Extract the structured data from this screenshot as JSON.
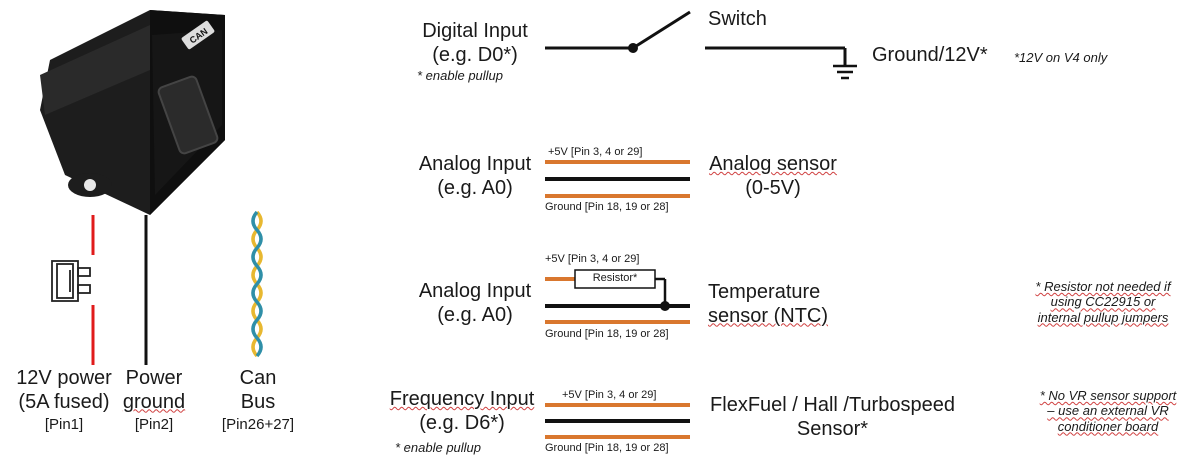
{
  "left": {
    "wires": [
      {
        "label_line1": "12V power",
        "label_line2": "(5A fused)",
        "pin": "[Pin1]",
        "color": "#e01b1b"
      },
      {
        "label_line1": "Power",
        "label_line2": "ground",
        "pin": "[Pin2]",
        "color": "#111111"
      },
      {
        "label_line1": "Can",
        "label_line2": "Bus",
        "pin": "[Pin26+27]",
        "color": "#e8b830"
      }
    ]
  },
  "rows": [
    {
      "name_line1": "Digital Input",
      "name_line2": "(e.g. D0*)",
      "footnote": "* enable pullup",
      "switch_label": "Switch",
      "right_label": "Ground/12V*",
      "right_note": "*12V on V4 only"
    },
    {
      "name_line1": "Analog Input",
      "name_line2": "(e.g. A0)",
      "top_wire": "+5V [Pin 3, 4 or 29]",
      "bottom_wire": "Ground [Pin 18, 19 or 28]",
      "sensor_line1": "Analog sensor",
      "sensor_line2": "(0-5V)"
    },
    {
      "name_line1": "Analog Input",
      "name_line2": "(e.g. A0)",
      "top_wire": "+5V [Pin 3, 4 or 29]",
      "resistor": "Resistor*",
      "bottom_wire": "Ground [Pin 18, 19 or 28]",
      "sensor_line1": "Temperature",
      "sensor_line2": "sensor (NTC)",
      "note_lines": [
        "* Resistor not needed if",
        "using CC22915 or",
        "internal pullup jumpers"
      ]
    },
    {
      "name_line1": "Frequency Input",
      "name_line2": "(e.g. D6*)",
      "footnote": "* enable pullup",
      "top_wire": "+5V [Pin 3, 4 or 29]",
      "bottom_wire": "Ground [Pin 18, 19 or 28]",
      "sensor_line1": "FlexFuel / Hall /Turbospeed",
      "sensor_line2": "Sensor*",
      "note_lines": [
        "* No VR sensor support",
        "– use an external VR",
        "conditioner board"
      ]
    }
  ],
  "device": {
    "logo": "CAN"
  },
  "colors": {
    "orange": "#d9772e",
    "black": "#111111",
    "red": "#e01b1b",
    "yellow": "#e8b830",
    "teal": "#2f8fa8"
  }
}
